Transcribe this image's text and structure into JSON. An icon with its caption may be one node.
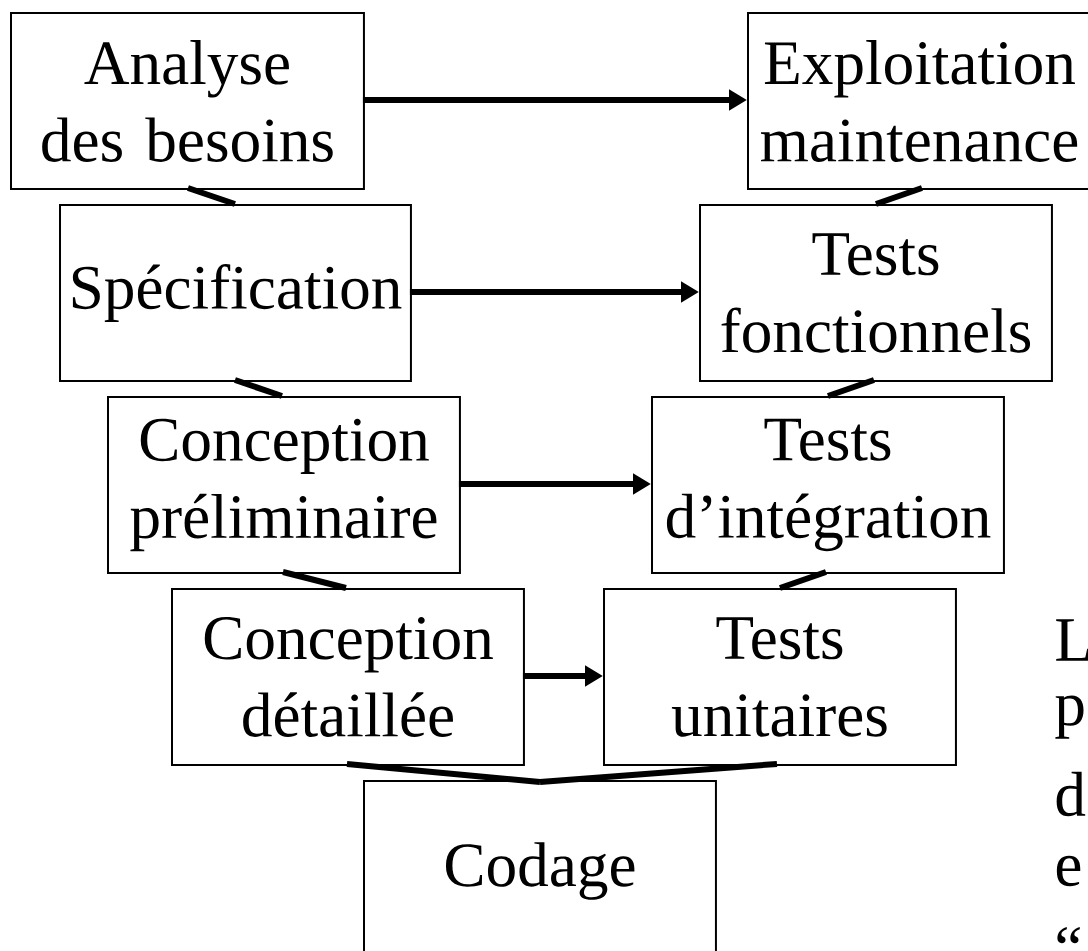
{
  "diagram": {
    "nodes": [
      {
        "text": [
          "Analyse des besoins"
        ]
      },
      {
        "text": [
          "Exploitation maintenance"
        ]
      },
      {
        "text": [
          "Spécification"
        ]
      },
      {
        "text": [
          "Tests fonctionnels"
        ]
      },
      {
        "text": [
          "Conception préliminaire"
        ]
      },
      {
        "text": [
          "Tests d’intégration"
        ]
      },
      {
        "text": [
          "Conception détaillée"
        ]
      },
      {
        "text": [
          "Tests unitaires"
        ]
      },
      {
        "text": [
          "Codage"
        ]
      }
    ],
    "edges": [
      {
        "from": 0,
        "to": 1,
        "arrow": "to"
      },
      {
        "from": 0,
        "to": 2,
        "arrow": "none"
      },
      {
        "from": 1,
        "to": 3,
        "arrow": "none"
      },
      {
        "from": 2,
        "to": 3,
        "arrow": "to"
      },
      {
        "from": 2,
        "to": 4,
        "arrow": "none"
      },
      {
        "from": 3,
        "to": 5,
        "arrow": "none"
      },
      {
        "from": 4,
        "to": 5,
        "arrow": "to"
      },
      {
        "from": 4,
        "to": 6,
        "arrow": "none"
      },
      {
        "from": 5,
        "to": 7,
        "arrow": "none"
      },
      {
        "from": 6,
        "to": 7,
        "arrow": "to"
      },
      {
        "from": 6,
        "to": 8,
        "arrow": "none"
      },
      {
        "from": 7,
        "to": 8,
        "arrow": "none"
      }
    ],
    "labels": [
      "L",
      "p",
      "d",
      "e",
      "“"
    ]
  }
}
